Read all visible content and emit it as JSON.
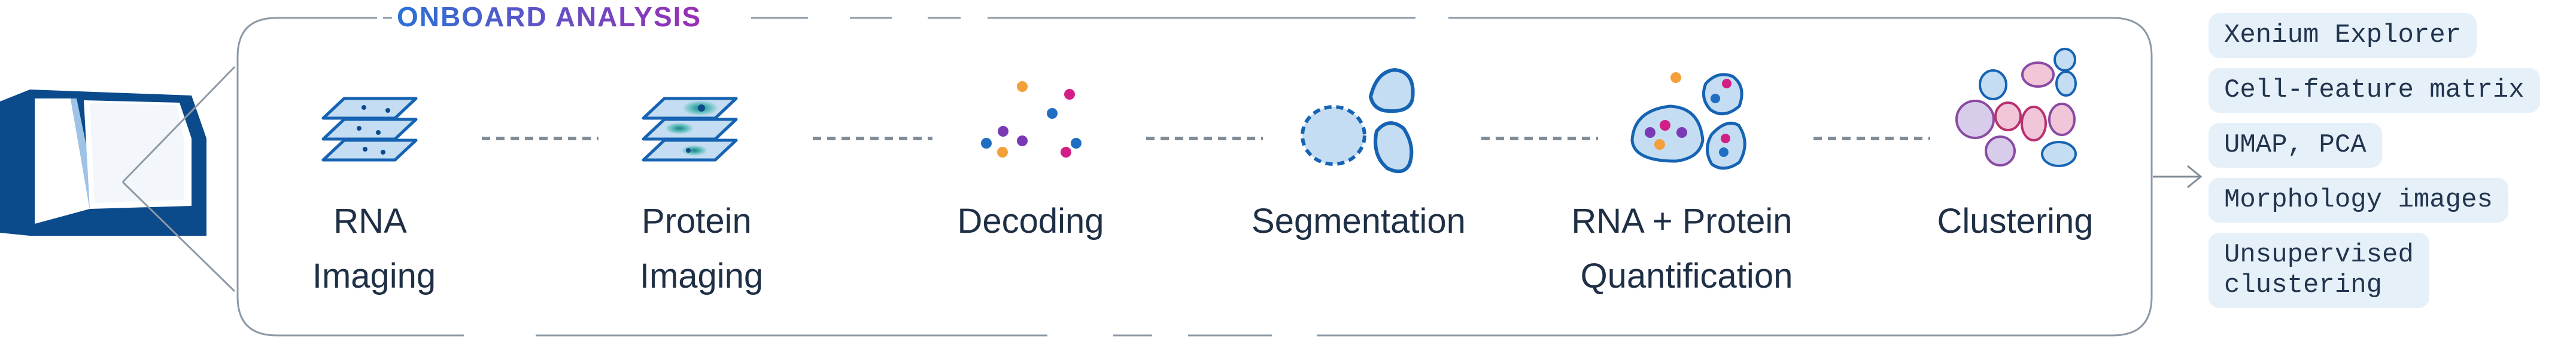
{
  "diagram": {
    "title": "ONBOARD ANALYSIS",
    "steps": [
      {
        "id": "rna-imaging",
        "label_lines": [
          "RNA",
          "Imaging"
        ],
        "icon": "rna-imaging-icon"
      },
      {
        "id": "protein-imaging",
        "label_lines": [
          "Protein",
          "Imaging"
        ],
        "icon": "protein-imaging-icon"
      },
      {
        "id": "decoding",
        "label_lines": [
          "Decoding"
        ],
        "icon": "decoding-icon"
      },
      {
        "id": "segmentation",
        "label_lines": [
          "Segmentation"
        ],
        "icon": "segmentation-icon"
      },
      {
        "id": "rna-protein-quantification",
        "label_lines": [
          "RNA + Protein",
          "Quantification"
        ],
        "icon": "quantification-icon"
      },
      {
        "id": "clustering",
        "label_lines": [
          "Clustering"
        ],
        "icon": "clustering-icon"
      }
    ],
    "outputs": [
      "Xenium Explorer",
      "Cell-feature matrix",
      "UMAP, PCA",
      "Morphology images",
      "Unsupervised\nclustering"
    ]
  },
  "colors": {
    "instrument_blue": "#0b4a8b",
    "icon_fill": "#c4ddf2",
    "icon_stroke": "#1663b3",
    "connector": "#7f8c98",
    "frame": "#8d9aa6",
    "title_gradient": [
      "#2a72d6",
      "#9a2fb5"
    ],
    "dot_orange": "#f3a03a",
    "dot_purple": "#7a3ab6",
    "dot_blue": "#1f6ec2",
    "dot_magenta": "#d21f86",
    "cluster_pink": "#f0c6d8",
    "cluster_lavender": "#d7cdeb",
    "cluster_purple": "#8a4aa3",
    "cluster_magenta": "#b8326f",
    "output_bg": "#e5f0f9"
  }
}
